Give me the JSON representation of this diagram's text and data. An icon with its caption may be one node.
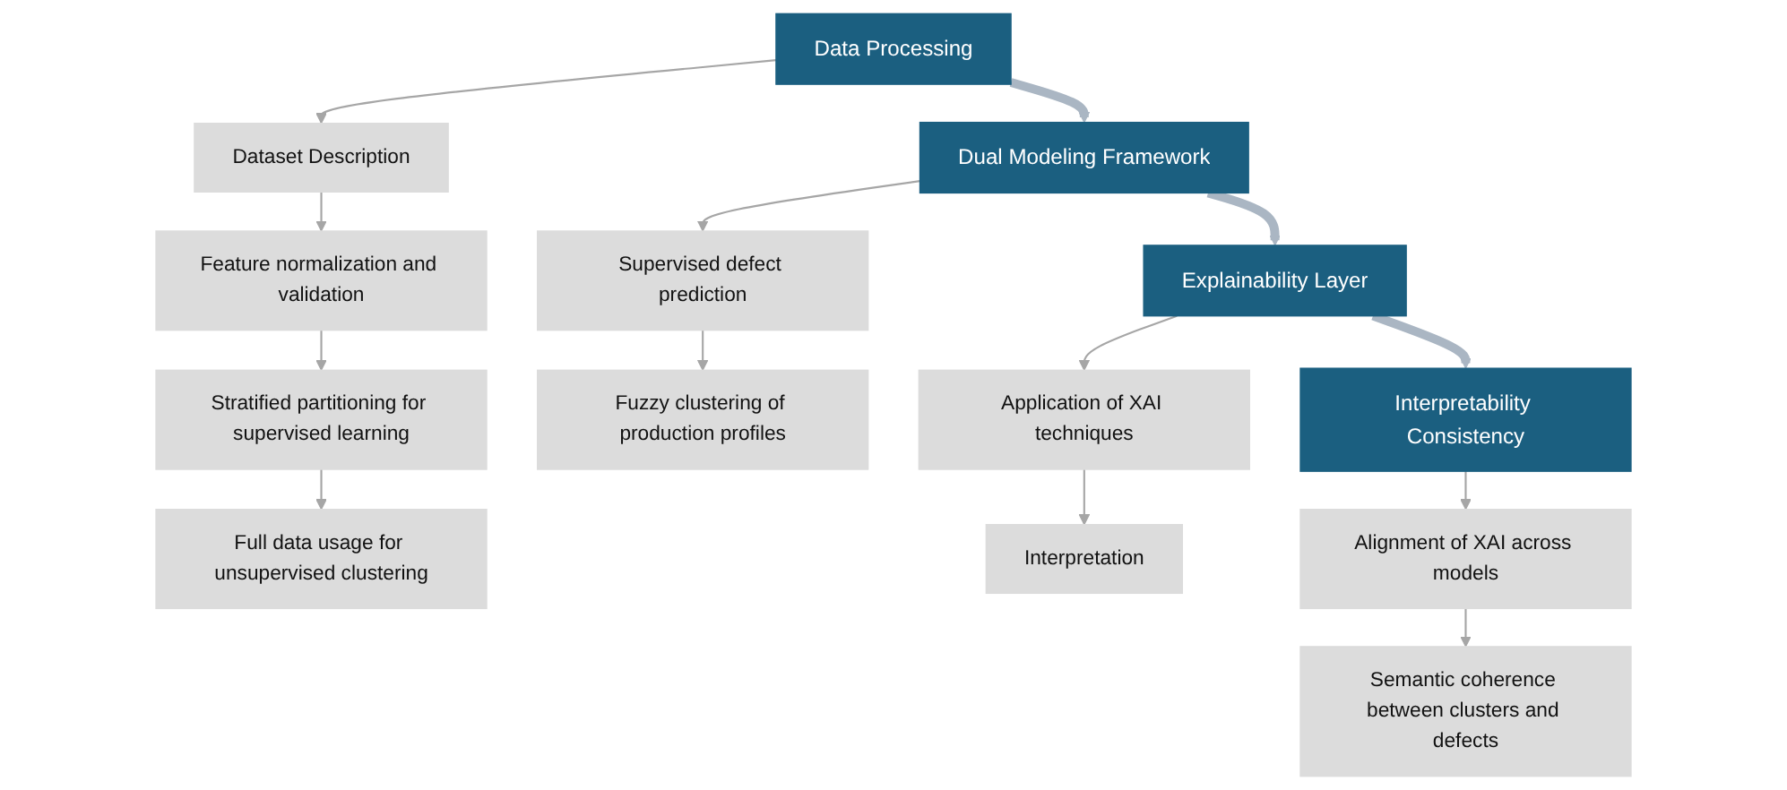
{
  "diagram": {
    "nodes": [
      {
        "text": [
          "Data Processing"
        ]
      },
      {
        "text": [
          "Dataset Description"
        ]
      },
      {
        "text": [
          "Feature normalization and validation"
        ]
      },
      {
        "text": [
          "Stratified partitioning for supervised learning"
        ]
      },
      {
        "text": [
          "Full data usage for unsupervised clustering"
        ]
      },
      {
        "text": [
          "Dual Modeling Framework"
        ]
      },
      {
        "text": [
          "Supervised defect prediction"
        ]
      },
      {
        "text": [
          "Fuzzy clustering of production profiles"
        ]
      },
      {
        "text": [
          "Explainability Layer"
        ]
      },
      {
        "text": [
          "Application of XAI techniques"
        ]
      },
      {
        "text": [
          "Interpretation"
        ]
      },
      {
        "text": [
          "Interpretability Consistency"
        ]
      },
      {
        "text": [
          "Alignment of XAI across models"
        ]
      },
      {
        "text": [
          "Semantic coherence between clusters and defects"
        ]
      }
    ],
    "edges": [
      {
        "from": 0,
        "to": 5,
        "arrow": "to",
        "style": "thick",
        "color": "#aab6c3"
      },
      {
        "from": 5,
        "to": 8,
        "arrow": "to",
        "style": "thick",
        "color": "#aab6c3"
      },
      {
        "from": 8,
        "to": 11,
        "arrow": "to",
        "style": "thick",
        "color": "#aab6c3"
      },
      {
        "from": 0,
        "to": 1,
        "arrow": "to"
      },
      {
        "from": 1,
        "to": 2,
        "arrow": "to"
      },
      {
        "from": 2,
        "to": 3,
        "arrow": "to"
      },
      {
        "from": 3,
        "to": 4,
        "arrow": "to"
      },
      {
        "from": 5,
        "to": 6,
        "arrow": "to"
      },
      {
        "from": 6,
        "to": 7,
        "arrow": "to"
      },
      {
        "from": 8,
        "to": 9,
        "arrow": "to"
      },
      {
        "from": 9,
        "to": 10,
        "arrow": "to"
      },
      {
        "from": 11,
        "to": 12,
        "arrow": "to"
      },
      {
        "from": 12,
        "to": 13,
        "arrow": "to"
      }
    ]
  }
}
